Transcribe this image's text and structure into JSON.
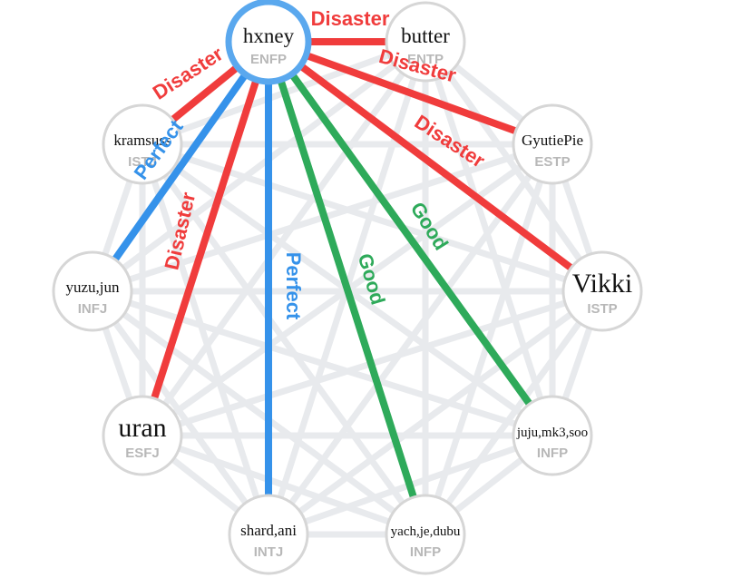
{
  "colors": {
    "background_edge": "#e8eaed",
    "node_fill": "#ffffff",
    "node_stroke": "#d6d6d6",
    "selected_stroke": "#5aa8ee",
    "Disaster": "#f03c3c",
    "Perfect": "#3592ea",
    "Good": "#2eaa5a"
  },
  "selected": "hxney",
  "nodes": [
    {
      "id": "hxney",
      "name": "hxney",
      "type": "ENFP"
    },
    {
      "id": "butter",
      "name": "butter",
      "type": "ENTP"
    },
    {
      "id": "gyutiepie",
      "name": "GyutiePie",
      "type": "ESTP"
    },
    {
      "id": "vikki",
      "name": "Vikki",
      "type": "ISTP"
    },
    {
      "id": "juju",
      "name": "juju,mk3,soo",
      "type": "INFP"
    },
    {
      "id": "yach",
      "name": "yach,je,dubu",
      "type": "INFP"
    },
    {
      "id": "shard",
      "name": "shard,ani",
      "type": "INTJ"
    },
    {
      "id": "uran",
      "name": "uran",
      "type": "ESFJ"
    },
    {
      "id": "yuzu",
      "name": "yuzu,jun",
      "type": "INFJ"
    },
    {
      "id": "kramsuss",
      "name": "kramsuss",
      "type": "ISTJ"
    }
  ],
  "relations": [
    {
      "from": "hxney",
      "to": "butter",
      "label": "Disaster"
    },
    {
      "from": "hxney",
      "to": "gyutiepie",
      "label": "Disaster"
    },
    {
      "from": "hxney",
      "to": "vikki",
      "label": "Disaster"
    },
    {
      "from": "hxney",
      "to": "juju",
      "label": "Good"
    },
    {
      "from": "hxney",
      "to": "yach",
      "label": "Good"
    },
    {
      "from": "hxney",
      "to": "shard",
      "label": "Perfect"
    },
    {
      "from": "hxney",
      "to": "uran",
      "label": "Disaster"
    },
    {
      "from": "hxney",
      "to": "yuzu",
      "label": "Perfect"
    },
    {
      "from": "hxney",
      "to": "kramsuss",
      "label": "Disaster"
    }
  ]
}
